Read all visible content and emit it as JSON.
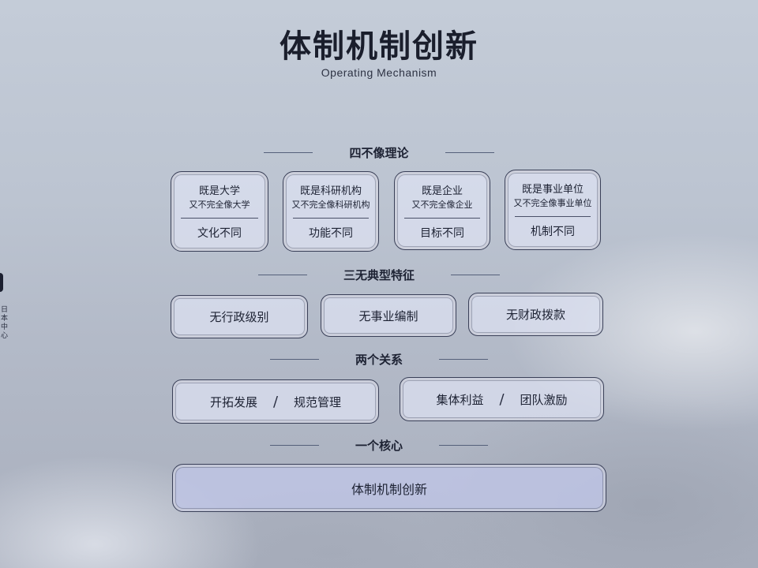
{
  "title": "体制机制创新",
  "subtitle": "Operating Mechanism",
  "side_text": "日本中心",
  "sections": {
    "four_unlike": {
      "heading": "四不像理论",
      "cards": [
        {
          "line1": "既是大学",
          "line2": "又不完全像大学",
          "footer": "文化不同"
        },
        {
          "line1": "既是科研机构",
          "line2": "又不完全像科研机构",
          "footer": "功能不同"
        },
        {
          "line1": "既是企业",
          "line2": "又不完全像企业",
          "footer": "目标不同"
        },
        {
          "line1": "既是事业单位",
          "line2": "又不完全像事业单位",
          "footer": "机制不同"
        }
      ]
    },
    "three_none": {
      "heading": "三无典型特征",
      "items": [
        "无行政级别",
        "无事业编制",
        "无财政拨款"
      ]
    },
    "two_relations": {
      "heading": "两个关系",
      "pairs": [
        {
          "left": "开拓发展",
          "separator": "/",
          "right": "规范管理"
        },
        {
          "left": "集体利益",
          "separator": "/",
          "right": "团队激励"
        }
      ]
    },
    "one_core": {
      "heading": "一个核心",
      "item": "体制机制创新"
    }
  }
}
